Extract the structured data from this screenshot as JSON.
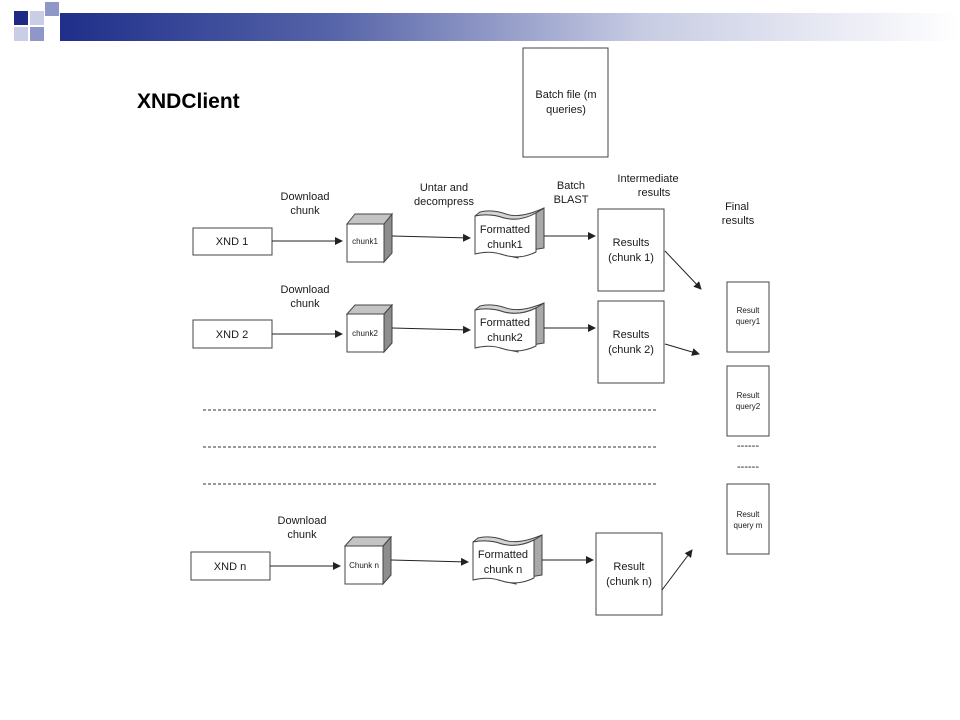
{
  "slide": {
    "title": "XNDClient",
    "header_gradient": [
      "#1f2f8a",
      "#ffffff"
    ],
    "square_colors": [
      "#1c2a86",
      "#8f96c8",
      "#c9cde6"
    ]
  },
  "batch_file": {
    "label": [
      "Batch file (m",
      "queries)"
    ]
  },
  "stage_labels": {
    "download": [
      "Download",
      "chunk"
    ],
    "untar": [
      "Untar and",
      "decompress"
    ],
    "batch_blast": [
      "Batch",
      "BLAST"
    ],
    "intermediate": [
      "Intermediate",
      "results"
    ],
    "final": [
      "Final",
      "results"
    ]
  },
  "rows": [
    {
      "xnd": "XND 1",
      "download": [
        "Download",
        "chunk"
      ],
      "chunk": "chunk1",
      "formatted": [
        "Formatted",
        "chunk1"
      ],
      "results": [
        "Results",
        "(chunk 1)"
      ]
    },
    {
      "xnd": "XND 2",
      "download": [
        "Download",
        "chunk"
      ],
      "chunk": "chunk2",
      "formatted": [
        "Formatted",
        "chunk2"
      ],
      "results": [
        "Results",
        "(chunk 2)"
      ]
    },
    {
      "xnd": "XND n",
      "download": [
        "Download",
        "chunk"
      ],
      "chunk": "Chunk n",
      "formatted": [
        "Formatted",
        "chunk n"
      ],
      "results": [
        "Result",
        "(chunk n)"
      ]
    }
  ],
  "final_results": [
    [
      "Result",
      "query1"
    ],
    [
      "Result",
      "query2"
    ],
    [
      "Result",
      "query m"
    ]
  ],
  "ellipsis_short": "------",
  "separator_lines": 3
}
